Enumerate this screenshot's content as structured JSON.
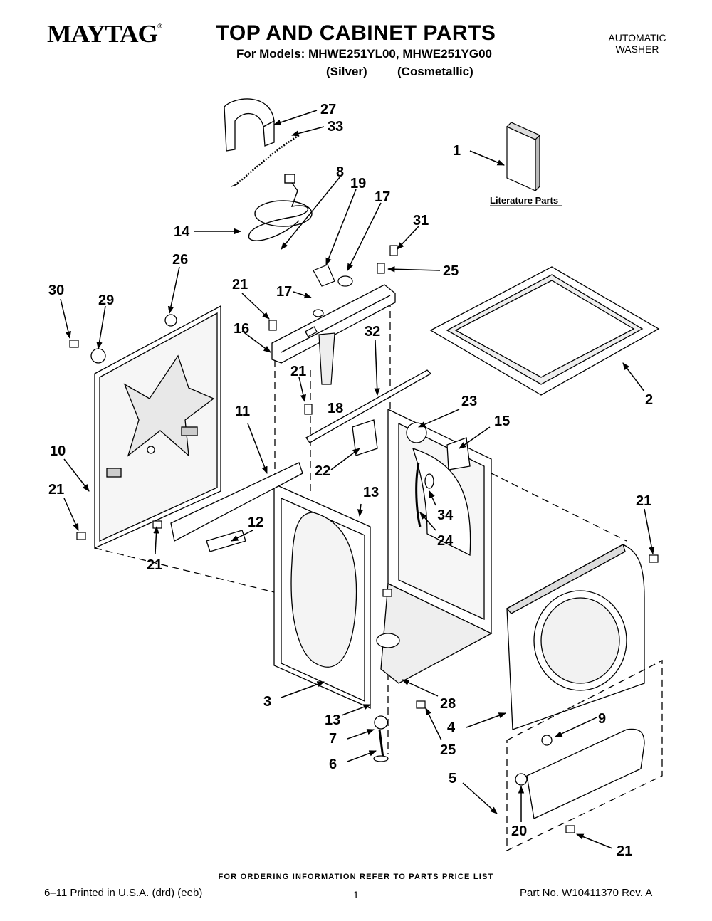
{
  "header": {
    "brand": "MAYTAG",
    "brand_mark": "®",
    "title": "TOP AND CABINET PARTS",
    "models_line": "For Models: MHWE251YL00, MHWE251YG00",
    "variant_silver": "(Silver)",
    "variant_cosmetallic": "(Cosmetallic)",
    "appliance_line1": "AUTOMATIC",
    "appliance_line2": "WASHER"
  },
  "diagram": {
    "literature_label": "Literature Parts",
    "callouts": {
      "c27": "27",
      "c33": "33",
      "c1": "1",
      "c8": "8",
      "c19": "19",
      "c17a": "17",
      "c31": "31",
      "c14": "14",
      "c25a": "25",
      "c26": "26",
      "c21a": "21",
      "c17b": "17",
      "c30": "30",
      "c29": "29",
      "c16": "16",
      "c32": "32",
      "c2": "2",
      "c21b": "21",
      "c18": "18",
      "c23": "23",
      "c11": "11",
      "c15": "15",
      "c10": "10",
      "c22": "22",
      "c21c": "21",
      "c13a": "13",
      "c34": "34",
      "c21d": "21",
      "c12": "12",
      "c24": "24",
      "c21e": "21",
      "c3": "3",
      "c28": "28",
      "c13b": "13",
      "c4": "4",
      "c9": "9",
      "c7": "7",
      "c25b": "25",
      "c6": "6",
      "c5": "5",
      "c20": "20",
      "c21f": "21"
    }
  },
  "footer": {
    "ordering_note": "FOR ORDERING INFORMATION REFER TO PARTS PRICE LIST",
    "print_info": "6–11 Printed in U.S.A. (drd) (eeb)",
    "page_number": "1",
    "part_number": "Part No. W10411370 Rev. A"
  }
}
